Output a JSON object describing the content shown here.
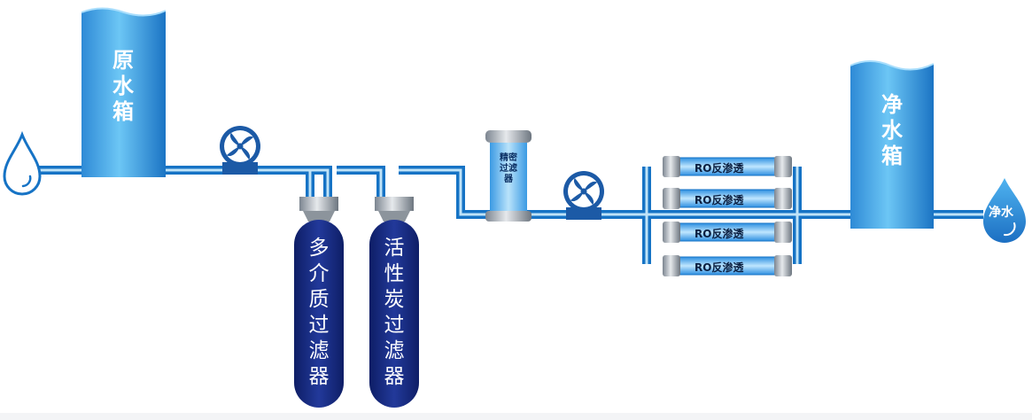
{
  "raw_tank": {
    "label": "原水箱"
  },
  "media_filter": {
    "label": "多介质过滤器"
  },
  "carbon_filter": {
    "label": "活性炭过滤器"
  },
  "precision_filter": {
    "label": "精密过滤器"
  },
  "ro_membranes": [
    {
      "label": "RO反渗透"
    },
    {
      "label": "RO反渗透"
    },
    {
      "label": "RO反渗透"
    },
    {
      "label": "RO反渗透"
    }
  ],
  "clean_tank": {
    "label": "净水箱"
  },
  "output_drop": {
    "label": "净水"
  },
  "icons": {
    "input": "water-drop-outline-icon",
    "pumps": [
      "pump-fan-icon",
      "pump-fan-icon"
    ],
    "output": "water-drop-icon"
  },
  "colors": {
    "pipe": "#1673c5",
    "tank_light": "#56b8f2",
    "tank_dark": "#1673c5",
    "filter_body": "#16287a",
    "pump": "#1c5aa6"
  }
}
